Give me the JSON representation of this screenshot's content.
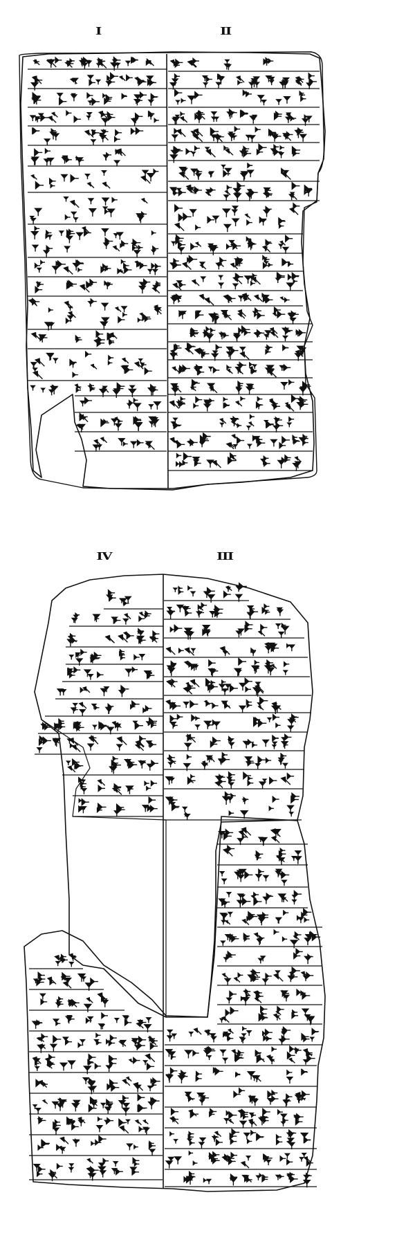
{
  "obverse": {
    "column_labels": {
      "left": "I",
      "right": "II"
    }
  },
  "reverse": {
    "column_labels": {
      "left": "IV",
      "right": "III"
    }
  },
  "colors": {
    "ink": "#111111",
    "paper": "#ffffff"
  }
}
